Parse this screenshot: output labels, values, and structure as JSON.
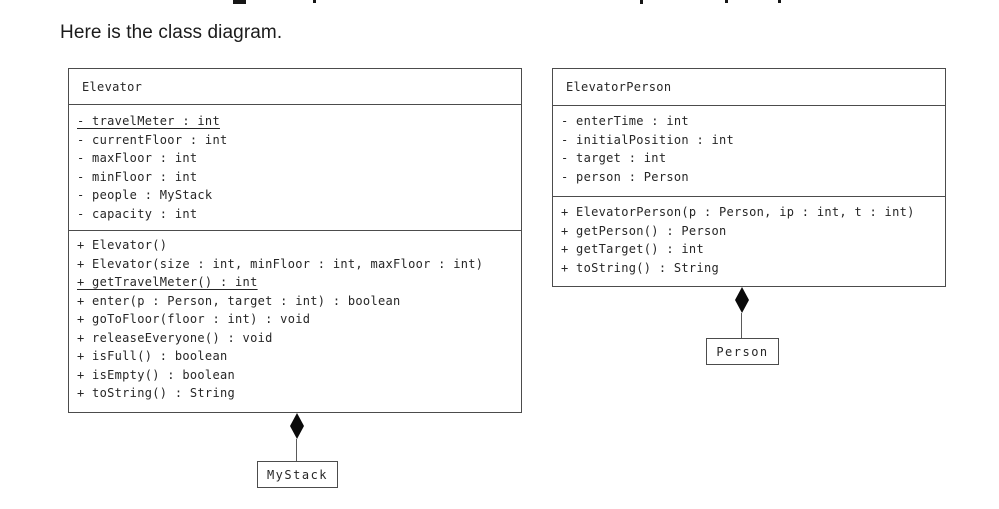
{
  "page": {
    "heading": "Here is the class diagram."
  },
  "diagram": {
    "classes": [
      {
        "name": "Elevator",
        "attributes": [
          {
            "text": "- travelMeter : int",
            "underline": true
          },
          {
            "text": "- currentFloor : int"
          },
          {
            "text": "- maxFloor : int"
          },
          {
            "text": "- minFloor : int"
          },
          {
            "text": "- people : MyStack"
          },
          {
            "text": "- capacity : int"
          }
        ],
        "methods": [
          {
            "text": "+ Elevator()"
          },
          {
            "text": "+ Elevator(size : int, minFloor : int, maxFloor : int)"
          },
          {
            "text": "+ getTravelMeter() : int",
            "underline": true
          },
          {
            "text": "+ enter(p : Person, target : int) : boolean"
          },
          {
            "text": "+ goToFloor(floor : int) : void"
          },
          {
            "text": "+ releaseEveryone() : void"
          },
          {
            "text": "+ isFull() : boolean"
          },
          {
            "text": "+ isEmpty() : boolean"
          },
          {
            "text": "+ toString() : String"
          }
        ]
      },
      {
        "name": "ElevatorPerson",
        "attributes": [
          {
            "text": "- enterTime : int"
          },
          {
            "text": "- initialPosition : int"
          },
          {
            "text": "- target : int"
          },
          {
            "text": "- person : Person"
          }
        ],
        "methods": [
          {
            "text": "+ ElevatorPerson(p : Person, ip : int, t : int)"
          },
          {
            "text": "+ getPerson() : Person"
          },
          {
            "text": "+ getTarget() : int"
          },
          {
            "text": "+ toString() : String"
          }
        ]
      }
    ],
    "helper_classes": [
      {
        "name": "MyStack"
      },
      {
        "name": "Person"
      }
    ],
    "relationships": [
      {
        "from": "Elevator",
        "to": "MyStack",
        "type": "composition"
      },
      {
        "from": "ElevatorPerson",
        "to": "Person",
        "type": "composition"
      }
    ]
  },
  "colors": {
    "background": "#ffffff",
    "border": "#4c4c4c",
    "text": "#262626",
    "diamond": "#0a0a0a"
  }
}
